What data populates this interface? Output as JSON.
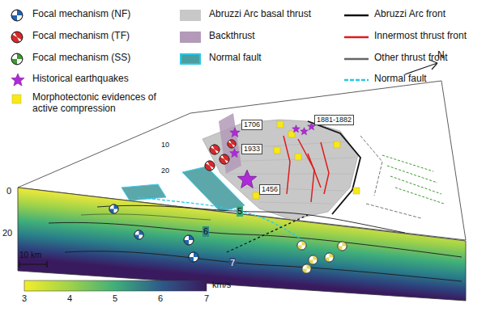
{
  "diagram": {
    "nodes": [
      {
        "text": [
          "1706"
        ]
      },
      {
        "text": [
          "1933"
        ]
      },
      {
        "text": [
          "1881-1882"
        ]
      },
      {
        "text": [
          "1456"
        ]
      }
    ],
    "labels": [
      "0",
      "20",
      "10 km",
      "10",
      "20",
      "5",
      "6",
      "7",
      "3",
      "4",
      "5",
      "6",
      "7",
      "km/s",
      "N"
    ],
    "legend": [
      {
        "text": "Focal mechanism (NF)"
      },
      {
        "text": "Focal mechanism (TF)"
      },
      {
        "text": "Focal mechanism (SS)"
      },
      {
        "text": "Historical earthquakes"
      },
      {
        "text": "Morphotectonic evidences of active compression"
      },
      {
        "text": "Abruzzi Arc basal thrust",
        "color": "#c8c8c8"
      },
      {
        "text": "Backthrust",
        "color": "#b39ab8"
      },
      {
        "text": "Normal fault",
        "color": "#4a9ea0"
      },
      {
        "text": "Abruzzi Arc front"
      },
      {
        "text": "Innermost thrust front"
      },
      {
        "text": "Other thrust front"
      },
      {
        "text": "Normal fault"
      }
    ]
  }
}
